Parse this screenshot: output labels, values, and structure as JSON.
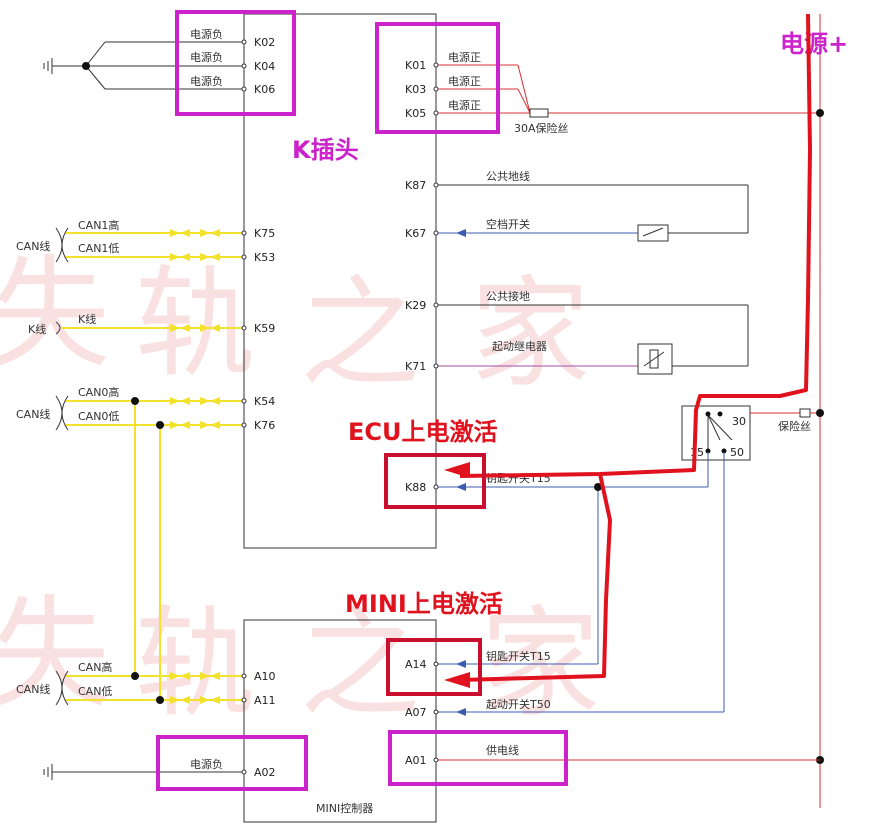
{
  "annotations": {
    "power_plus": "电源+",
    "k_connector": "K插头",
    "ecu_activation": "ECU上电激活",
    "mini_activation": "MINI上电激活"
  },
  "watermark": {
    "chars": [
      "失",
      "轨",
      "之",
      "家"
    ]
  },
  "ecu": {
    "left_pins": {
      "k02": {
        "pin": "K02",
        "label": "电源负"
      },
      "k04": {
        "pin": "K04",
        "label": "电源负"
      },
      "k06": {
        "pin": "K06",
        "label": "电源负"
      },
      "k75": {
        "pin": "K75",
        "label": "CAN1高"
      },
      "k53": {
        "pin": "K53",
        "label": "CAN1低"
      },
      "k59": {
        "pin": "K59",
        "label": "K线"
      },
      "k54": {
        "pin": "K54",
        "label": "CAN0高"
      },
      "k76": {
        "pin": "K76",
        "label": "CAN0低"
      }
    },
    "right_pins": {
      "k01": {
        "pin": "K01",
        "label": "电源正"
      },
      "k03": {
        "pin": "K03",
        "label": "电源正"
      },
      "k05": {
        "pin": "K05",
        "label": "电源正"
      },
      "k87": {
        "pin": "K87",
        "label": "公共地线"
      },
      "k67": {
        "pin": "K67",
        "label": "空档开关"
      },
      "k29": {
        "pin": "K29",
        "label": "公共接地"
      },
      "k71": {
        "pin": "K71",
        "label": "起动继电器"
      },
      "k88": {
        "pin": "K88",
        "label": "钥匙开关T15"
      }
    }
  },
  "mini": {
    "title": "MINI控制器",
    "left_pins": {
      "a10": {
        "pin": "A10",
        "label": "CAN高"
      },
      "a11": {
        "pin": "A11",
        "label": "CAN低"
      },
      "a02": {
        "pin": "A02",
        "label": "电源负"
      }
    },
    "right_pins": {
      "a14": {
        "pin": "A14",
        "label": "钥匙开关T15"
      },
      "a07": {
        "pin": "A07",
        "label": "起动开关T50"
      },
      "a01": {
        "pin": "A01",
        "label": "供电线"
      }
    }
  },
  "external": {
    "can_line": "CAN线",
    "k_line": "K线",
    "fuse_30a": "30A保险丝",
    "fuse": "保险丝",
    "switch_terminals": {
      "t30": "30",
      "t15": "15",
      "t50": "50"
    }
  },
  "colors": {
    "magenta": "#cc22cc",
    "red_annotation": "#e0121e",
    "dark_red_box": "#c8102e",
    "power_wire": "#d63232",
    "can_wire": "#f2e22c",
    "signal_wire": "#3d5cb0",
    "purple_wire": "#a64ca6"
  }
}
